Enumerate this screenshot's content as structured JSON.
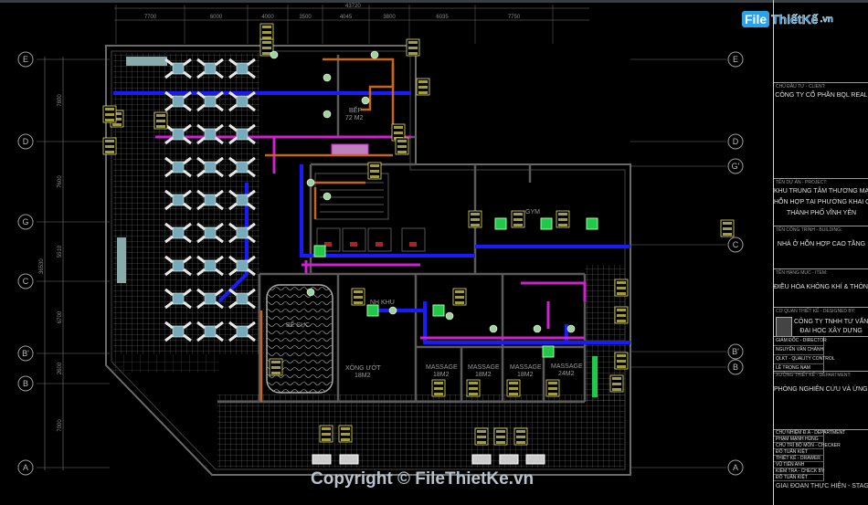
{
  "logo": {
    "file": "File",
    "rest": "ThiếtKế",
    "tld": ".vn"
  },
  "watermark": "Copyright © FileThietKe.vn",
  "dimensions": {
    "top_total": "43720",
    "top_spans": [
      "7700",
      "6000",
      "4000",
      "3500",
      "4045",
      "3800",
      "6035",
      "7750"
    ],
    "left_total": "36530",
    "left_spans": [
      "7800",
      "7600",
      "5510",
      "6700",
      "2600",
      "7000"
    ]
  },
  "grid_axes": {
    "left": [
      "E",
      "D",
      "G",
      "C",
      "B'",
      "B",
      "A"
    ],
    "right": [
      "E",
      "D",
      "G'",
      "C",
      "B'",
      "B",
      "A"
    ]
  },
  "rooms": [
    {
      "name": "BẾP"
    },
    {
      "name": "72 M2"
    },
    {
      "name": "BỂ SỤC"
    },
    {
      "name": "XÔNG ƯỚT"
    },
    {
      "name": "18M2"
    },
    {
      "name": "MASSAGE"
    },
    {
      "name": "MASSAGE"
    },
    {
      "name": "MASSAGE"
    },
    {
      "name": "MASSAGE"
    },
    {
      "name": "18M2"
    },
    {
      "name": "18M2"
    },
    {
      "name": "18M2"
    },
    {
      "name": "24M2"
    },
    {
      "name": "GYM"
    },
    {
      "name": "NH KHU"
    }
  ],
  "title_block": {
    "client_head": "CHỦ ĐẦU TƯ - CLIENT:",
    "client": "CÔNG TY CỔ PHẦN BQL REAL",
    "project_head": "TÊN DỰ ÁN - PROJECT:",
    "project_lines": [
      "KHU TRUNG TÂM THƯƠNG MẠI VÀ N",
      "HỖN HỢP TẠI PHƯỜNG KHAI QUA",
      "THÀNH PHỐ VĨNH YÊN"
    ],
    "building_head": "TÊN CÔNG TRÌNH - BUILDING:",
    "building": "NHÀ Ở HỖN HỢP CAO TẦNG",
    "item_head": "TÊN HẠNG MỤC - ITEM:",
    "item": "ĐIỀU HÒA KHÔNG KHÍ & THÔNG G",
    "designer_head": "CƠ QUAN THIẾT KẾ - DESIGNED BY:",
    "designer_lines": [
      "CÔNG TY TNHH TƯ VẤN",
      "ĐẠI HỌC XÂY DỰNG"
    ],
    "roles_top": [
      "GIÁM ĐỐC - DIRECTOR",
      "NGUYỄN VĂN CHÁNH",
      "QLKT - QUALITY CONTROL",
      "LÊ TRỌNG NAM"
    ],
    "department_head": "XƯỞNG THIẾT KẾ - DEPARTMENT:",
    "department": "PHÒNG NGHIÊN CỨU VÀ ỨNG DỤN",
    "roles_bottom": [
      "CHỦ NHIỆM Đ.A - DEPARTMENT",
      "PHẠM MẠNH HÙNG",
      "CHỦ TRÌ BỘ MÔN - CHECKER",
      "ĐỖ TUẤN KIỆT",
      "THIẾT KẾ - DRAWER",
      "VŨ TIẾN ANH",
      "KIỂM TRA - CHECK BY",
      "ĐỖ TUẤN KIỆT"
    ],
    "stage_head": "GIAI ĐOẠN THỰC HIỆN - STAGE:"
  },
  "colors": {
    "supply_duct": "#1a1aff",
    "return_duct": "#d020d0",
    "exhaust_duct": "#c8641e",
    "equipment": "#22c84a",
    "tag": "#e6e05a",
    "wall": "#5a5a5a",
    "ceiling_grid": "#8c8c8c",
    "brand": "#2aa3e6"
  }
}
